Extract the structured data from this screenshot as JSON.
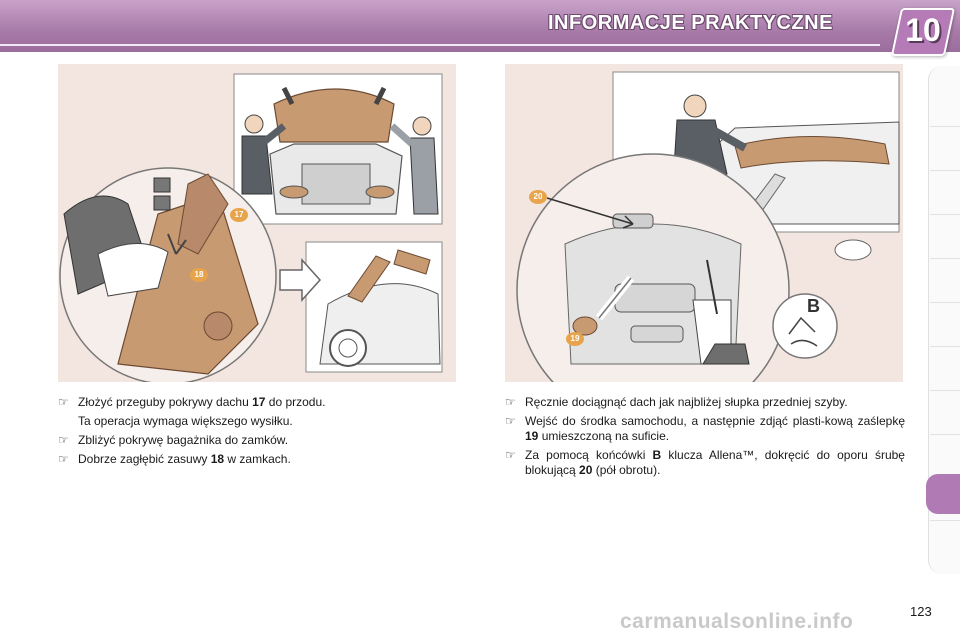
{
  "header": {
    "title": "INFORMACJE PRAKTYCZNE",
    "chapter_number": "10",
    "accent_color": "#a77aa8"
  },
  "figures": {
    "left_callouts": [
      "17",
      "18"
    ],
    "right_callouts": [
      "20",
      "19"
    ],
    "right_key_label": "B",
    "callout_color": "#e8a44b",
    "background_color": "#f3e5df"
  },
  "left_column": {
    "bullet_icon": "☞",
    "items": [
      {
        "before": "Złożyć przeguby pokrywy dachu ",
        "bold": "17",
        "after": " do przodu."
      },
      {
        "continuation": "Ta operacja wymaga większego wysiłku."
      },
      {
        "before": "Zbliżyć pokrywę bagażnika do zamków.",
        "bold": "",
        "after": ""
      },
      {
        "before": "Dobrze zagłębić zasuwy ",
        "bold": "18",
        "after": " w zamkach."
      }
    ]
  },
  "right_column": {
    "items": [
      {
        "before": "Ręcznie dociągnąć dach jak najbliżej słupka przedniej szyby.",
        "bold": "",
        "after": ""
      },
      {
        "before": "Wejść do środka samochodu, a następnie zdjąć plasti-kową zaślepkę ",
        "bold": "19",
        "after": " umieszczoną na suficie."
      },
      {
        "before": "Za pomocą końcówki ",
        "bold": "B",
        "after": " klucza Allena™, dokręcić do oporu śrubę blokującą ",
        "bold2": "20",
        "after2": " (pół obrotu)."
      }
    ]
  },
  "page_number": "123",
  "watermark": "carmanualsonline.info"
}
